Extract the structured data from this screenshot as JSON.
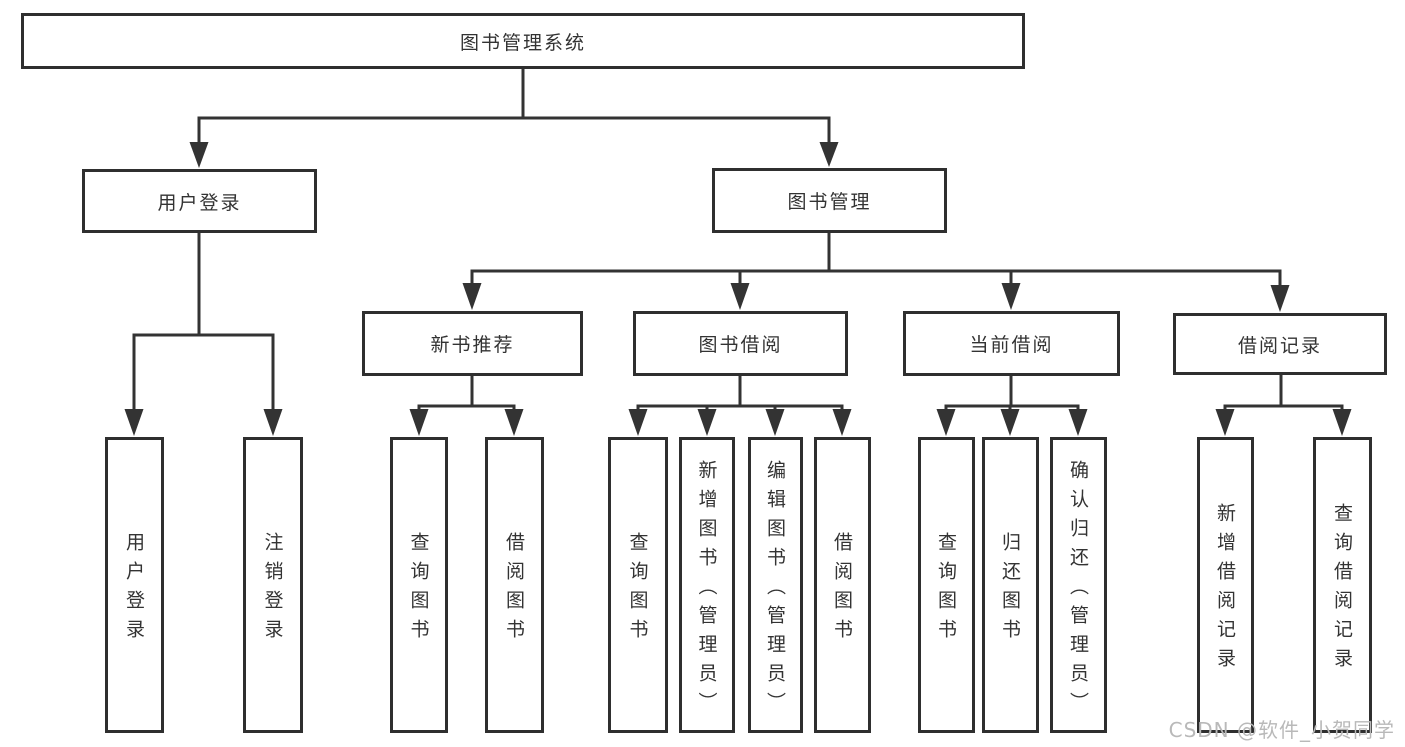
{
  "diagram": {
    "title": "图书管理系统",
    "tree": {
      "root": {
        "label": "图书管理系统",
        "children": [
          {
            "label": "用户登录",
            "children": [
              {
                "label": "用户登录"
              },
              {
                "label": "注销登录"
              }
            ]
          },
          {
            "label": "图书管理",
            "children": [
              {
                "label": "新书推荐",
                "children": [
                  {
                    "label": "查询图书"
                  },
                  {
                    "label": "借阅图书"
                  }
                ]
              },
              {
                "label": "图书借阅",
                "children": [
                  {
                    "label": "查询图书"
                  },
                  {
                    "label": "新增图书（管理员）"
                  },
                  {
                    "label": "编辑图书（管理员）"
                  },
                  {
                    "label": "借阅图书"
                  }
                ]
              },
              {
                "label": "当前借阅",
                "children": [
                  {
                    "label": "查询图书"
                  },
                  {
                    "label": "归还图书"
                  },
                  {
                    "label": "确认归还（管理员）"
                  }
                ]
              },
              {
                "label": "借阅记录",
                "children": [
                  {
                    "label": "新增借阅记录"
                  },
                  {
                    "label": "查询借阅记录"
                  }
                ]
              }
            ]
          }
        ]
      }
    },
    "colors": {
      "line": "#333333",
      "box_border": "#2f2f2f",
      "text": "#333333",
      "watermark": "#b9b9b9",
      "background": "#ffffff"
    }
  },
  "watermark": {
    "text": "CSDN @软件_小贺同学"
  }
}
